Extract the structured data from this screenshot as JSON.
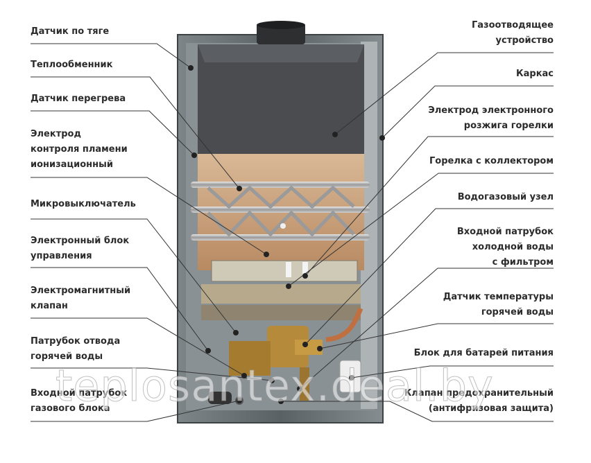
{
  "labels_left": [
    {
      "id": "draft-sensor",
      "lines": [
        "Датчик по тяге"
      ]
    },
    {
      "id": "heat-exchanger",
      "lines": [
        "Теплообменник"
      ]
    },
    {
      "id": "overheat-sensor",
      "lines": [
        "Датчик перегрева"
      ]
    },
    {
      "id": "ionization-electrode",
      "lines": [
        "Электрод",
        "контроля пламени",
        "ионизационный"
      ]
    },
    {
      "id": "microswitch",
      "lines": [
        "Микровыключатель"
      ]
    },
    {
      "id": "control-unit",
      "lines": [
        "Электронный блок",
        "управления"
      ]
    },
    {
      "id": "solenoid-valve",
      "lines": [
        "Электромагнитный",
        "клапан"
      ]
    },
    {
      "id": "hot-water-outlet",
      "lines": [
        "Патрубок отвода",
        "горячей воды"
      ]
    },
    {
      "id": "gas-inlet",
      "lines": [
        "Входной патрубок",
        "газового блока"
      ]
    }
  ],
  "labels_right": [
    {
      "id": "flue-device",
      "lines": [
        "Газоотводящее",
        "устройство"
      ]
    },
    {
      "id": "frame",
      "lines": [
        "Каркас"
      ]
    },
    {
      "id": "ignition-electrode",
      "lines": [
        "Электрод электронного",
        "розжига горелки"
      ]
    },
    {
      "id": "burner",
      "lines": [
        "Горелка с коллектором"
      ]
    },
    {
      "id": "water-gas-unit",
      "lines": [
        "Водогазовый узел"
      ]
    },
    {
      "id": "cold-water-inlet",
      "lines": [
        "Входной патрубок",
        "холодной воды",
        "с фильтром"
      ]
    },
    {
      "id": "hot-water-temp-sensor",
      "lines": [
        "Датчик температуры",
        "горячей воды"
      ]
    },
    {
      "id": "battery-box",
      "lines": [
        "Блок для батарей питания"
      ]
    },
    {
      "id": "safety-valve",
      "lines": [
        "Клапан предохранительный",
        "(антифризовая защита)"
      ]
    }
  ],
  "watermark": "teplosantex.deal.by",
  "colors": {
    "text": "#2b2b2b",
    "leader": "#333333",
    "casing": "#6b7378",
    "hood": "#4a4c50",
    "copper": "#c9a078",
    "brass": "#b58a3a"
  }
}
